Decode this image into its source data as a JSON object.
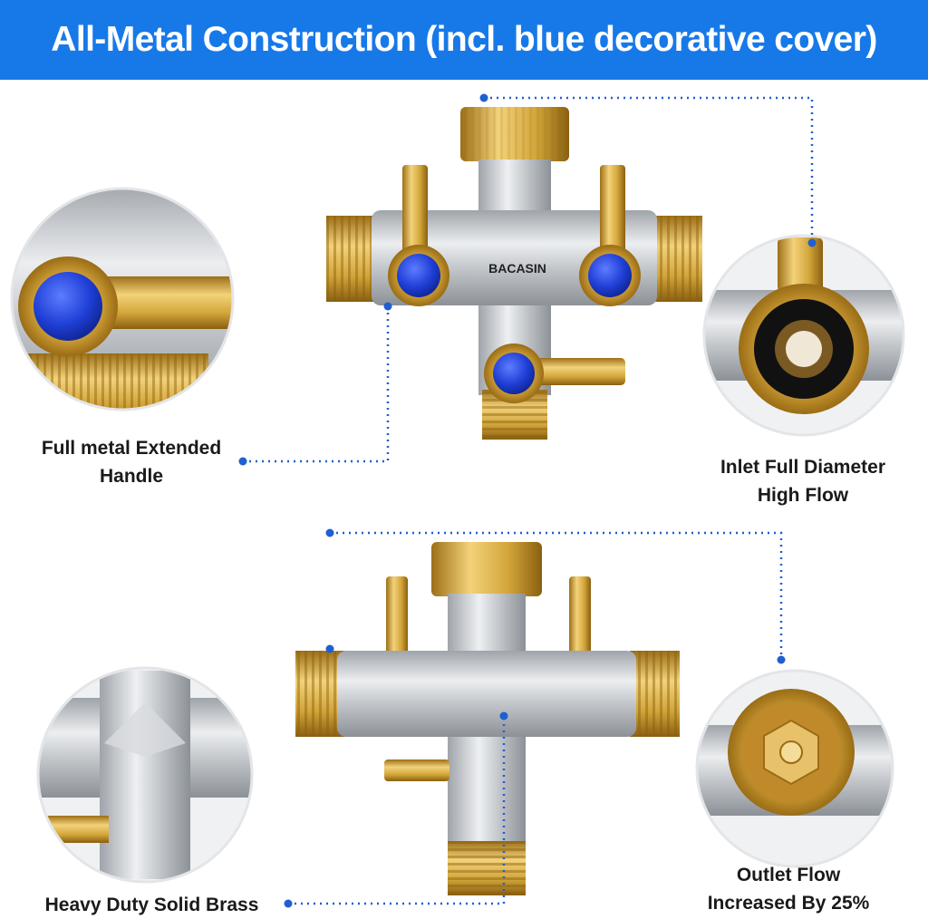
{
  "header": {
    "title": "All-Metal Construction (incl. blue decorative cover)"
  },
  "product": {
    "brand": "BACASIN"
  },
  "callouts": {
    "handle": {
      "line1": "Full metal Extended",
      "line2": "Handle"
    },
    "inlet": {
      "line1": "Inlet Full Diameter",
      "line2": "High Flow"
    },
    "brass": {
      "line1": "Heavy Duty Solid Brass"
    },
    "outlet": {
      "line1": "Outlet Flow",
      "line2": "Increased By 25%"
    }
  },
  "colors": {
    "banner": "#1779e8",
    "brass": "#d9a830",
    "chrome": "#c9ccd1",
    "cap": "#1f3fd6",
    "dot": "#1f5fd1"
  }
}
